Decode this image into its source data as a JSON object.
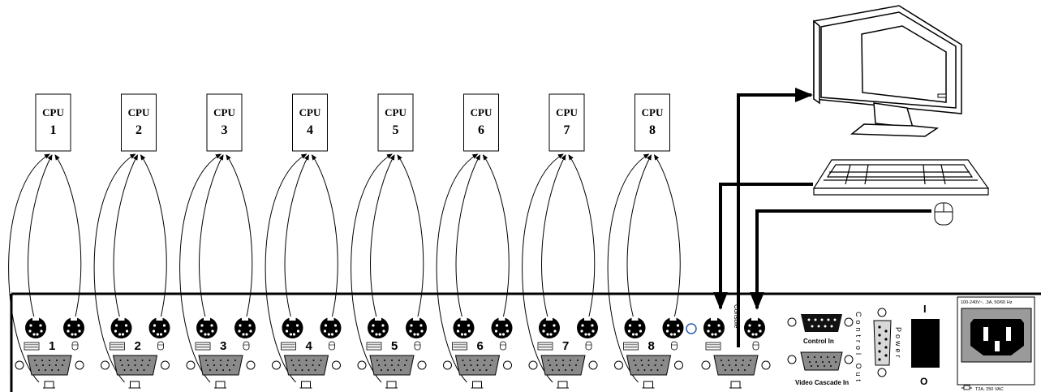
{
  "cpus": [
    {
      "label": "CPU",
      "number": "1"
    },
    {
      "label": "CPU",
      "number": "2"
    },
    {
      "label": "CPU",
      "number": "3"
    },
    {
      "label": "CPU",
      "number": "4"
    },
    {
      "label": "CPU",
      "number": "5"
    },
    {
      "label": "CPU",
      "number": "6"
    },
    {
      "label": "CPU",
      "number": "7"
    },
    {
      "label": "CPU",
      "number": "8"
    }
  ],
  "ports": [
    "1",
    "2",
    "3",
    "4",
    "5",
    "6",
    "7",
    "8"
  ],
  "panel": {
    "console_label": "Console",
    "control_in_label": "Control In",
    "video_cascade_in_label": "Video Cascade In",
    "control_out_label": "Control Out",
    "power_label": "Power",
    "power_on_symbol": "I",
    "power_off_symbol": "O",
    "voltage_rating": "100-240V~, .3A, 50/60 Hz",
    "fuse_rating": "T2A, 250 VAC"
  },
  "colors": {
    "line": "#000000",
    "connector_fill": "#8a8a8a",
    "led": "#2a5db0",
    "background": "#ffffff"
  }
}
